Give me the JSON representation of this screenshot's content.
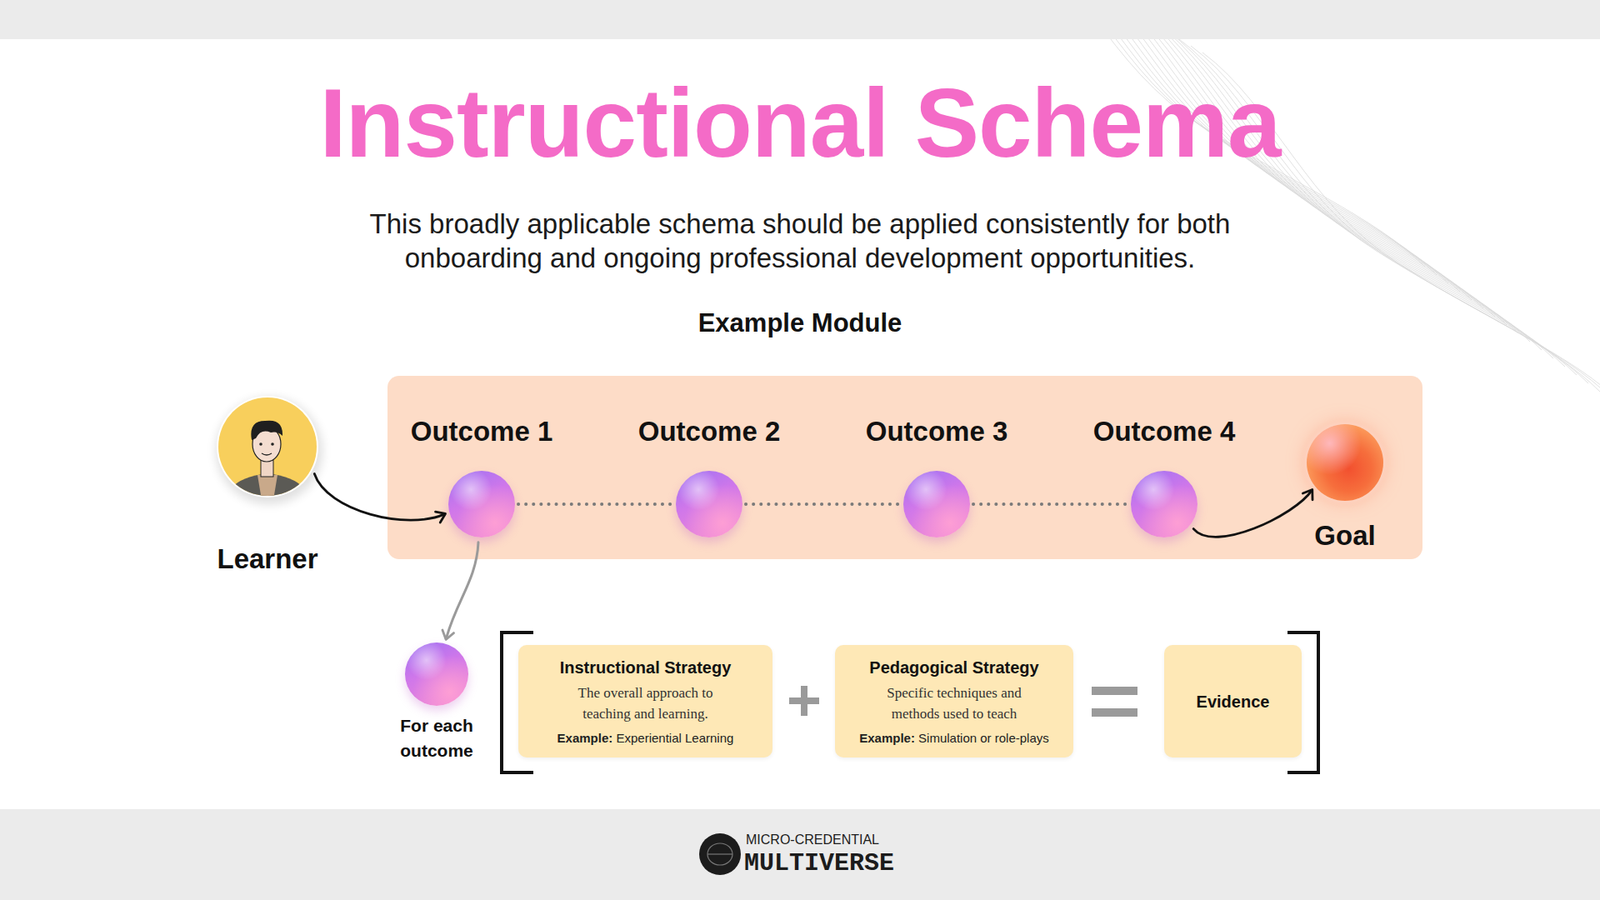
{
  "diagram": {
    "title": "Instructional Schema",
    "nodes": [
      {
        "text": [
          "Learner"
        ]
      },
      {
        "text": [
          "Outcome 1"
        ]
      },
      {
        "text": [
          "Outcome 2"
        ]
      },
      {
        "text": [
          "Outcome 3"
        ]
      },
      {
        "text": [
          "Outcome 4"
        ]
      },
      {
        "text": [
          "Goal"
        ]
      },
      {
        "text": [
          "For each outcome"
        ]
      },
      {
        "text": [
          "Instructional Strategy",
          "The overall approach to teaching and learning.",
          "Example: Experiential Learning"
        ]
      },
      {
        "text": [
          "Pedagogical Strategy",
          "Specific techniques and methods used to teach",
          "Example: Simulation or role-plays"
        ]
      },
      {
        "text": [
          "Evidence"
        ]
      }
    ],
    "edges": [
      {
        "from": 0,
        "to": 1,
        "arrow": "to"
      },
      {
        "from": 1,
        "to": 2,
        "arrow": "none"
      },
      {
        "from": 2,
        "to": 3,
        "arrow": "none"
      },
      {
        "from": 3,
        "to": 4,
        "arrow": "none"
      },
      {
        "from": 4,
        "to": 5,
        "arrow": "to"
      },
      {
        "from": 1,
        "to": 6,
        "arrow": "to"
      }
    ],
    "labels": [
      "This broadly applicable schema should be applied consistently for both onboarding and ongoing professional development opportunities.",
      "Example Module",
      "MICRO-CREDENTIAL",
      "MULTIVERSE"
    ]
  }
}
